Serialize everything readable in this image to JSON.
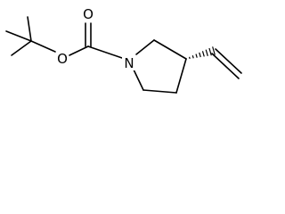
{
  "molecule": {
    "atom_labels": {
      "carbonyl_oxygen": "O",
      "ester_oxygen": "O",
      "ring_nitrogen": "N"
    },
    "stereo": {
      "vinyl_bond": "hashed-wedge"
    },
    "colors": {
      "bond": "#000000",
      "label": "#000000",
      "background": "#ffffff"
    }
  }
}
